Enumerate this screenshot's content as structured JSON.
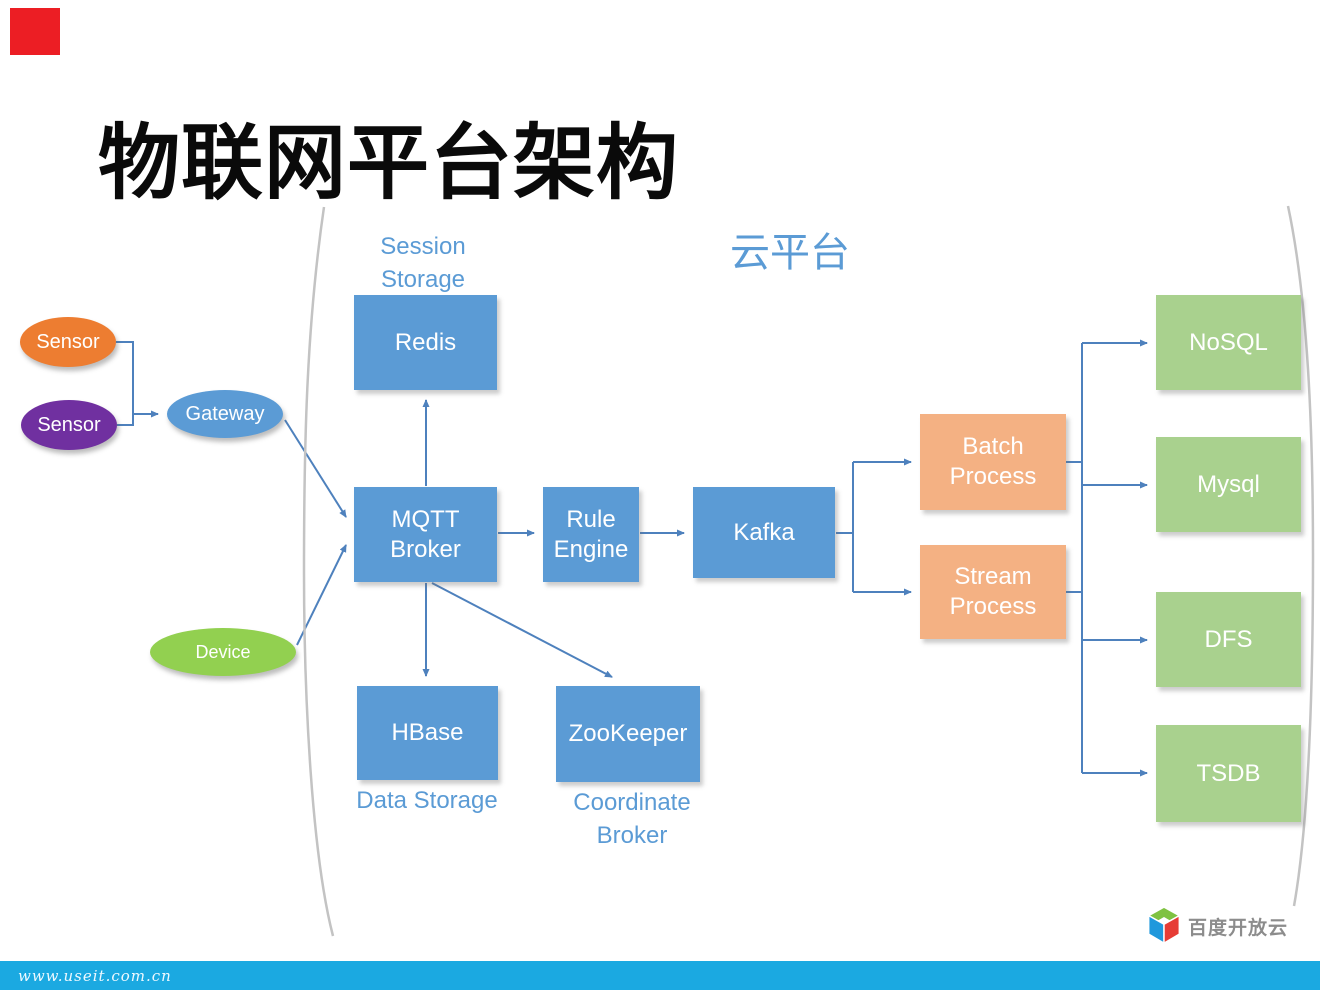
{
  "slide": {
    "title": "物联网平台架构",
    "footer_url": "www.useit.com.cn",
    "brand_name": "百度开放云"
  },
  "diagram": {
    "cloud_platform_label": "云平台",
    "nodes": {
      "sensor_orange": "Sensor",
      "sensor_purple": "Sensor",
      "gateway": "Gateway",
      "device": "Device",
      "redis": "Redis",
      "mqtt_broker": "MQTT Broker",
      "rule_engine": "Rule Engine",
      "kafka": "Kafka",
      "batch_process": "Batch Process",
      "stream_process": "Stream Process",
      "nosql": "NoSQL",
      "mysql": "Mysql",
      "dfs": "DFS",
      "tsdb": "TSDB",
      "hbase": "HBase",
      "zookeeper": "ZooKeeper"
    },
    "annotations": {
      "session_storage": "Session Storage",
      "data_storage": "Data Storage",
      "coordinate_broker": "Coordinate Broker"
    },
    "colors": {
      "box_blue": "#5B9BD5",
      "box_orange": "#F4B183",
      "box_green": "#A9D18E",
      "ellipse_orange": "#ED7D31",
      "ellipse_purple": "#7030A0",
      "ellipse_blue": "#5B9BD5",
      "ellipse_green": "#92D050",
      "connector_blue": "#4E81BD",
      "label_blue": "#5B9BD5",
      "bracket_gray": "#C3C3C3",
      "footer_bar_cyan": "#1BA9E1",
      "corner_red": "#EC1E24",
      "title_black": "#0A0A0A"
    }
  }
}
